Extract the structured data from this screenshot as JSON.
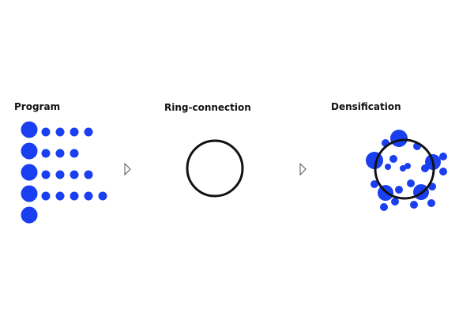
{
  "panels": {
    "program": {
      "title": "Program"
    },
    "ring_connection": {
      "title": "Ring-connection"
    },
    "densification": {
      "title": "Densification"
    }
  },
  "program_rows": [
    {
      "dots": 4
    },
    {
      "dots": 3
    },
    {
      "dots": 4
    },
    {
      "dots": 5
    },
    {
      "dots": 0
    }
  ],
  "colors": {
    "dot": "#1a3ff0",
    "ring": "#111111",
    "arrow_outline": "#555555"
  },
  "icons": {
    "arrow": "triangle-arrow-right-icon"
  }
}
